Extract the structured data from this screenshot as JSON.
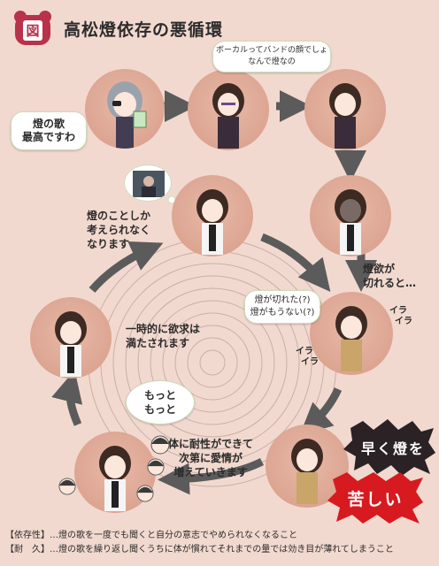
{
  "header": {
    "badge": "図",
    "title": "高松燈依存の悪循環"
  },
  "labels": {
    "fan_speech": [
      "燈の歌",
      "最高ですわ"
    ],
    "question_bubble": [
      "ボーカルってバンドの顔でしょ",
      "なんで燈なの"
    ],
    "craving": [
      "燈欲が",
      "切れると…"
    ],
    "withdrawal_bubble": [
      "燈が切れた(?)",
      "燈がもうない(?)"
    ],
    "irritation": [
      "イラ",
      "イラ"
    ],
    "tolerance": [
      "体に耐性ができて",
      "次第に愛情が",
      "増えていきます"
    ],
    "more_bubble": [
      "もっと",
      "もっと"
    ],
    "satisfied": [
      "一時的に欲求は",
      "満たされます"
    ],
    "obsessed": [
      "燈のことしか",
      "考えられなく",
      "なります"
    ],
    "banner_top": "早く燈を",
    "banner_bottom": "苦しい"
  },
  "footer": [
    "【依存性】…燈の歌を一度でも聞くと自分の意志でやめられなくなること",
    "【耐　久】…燈の歌を繰り返し聞くうちに体が慣れてそれまでの量では効き目が薄れてしまうこと"
  ],
  "colors": {
    "background": "#f2d9cf",
    "badge": "#b8324a",
    "node": "#dca592",
    "arrow": "#5b5b5b",
    "banner_red": "#d61a1f",
    "banner_dark": "#2a2224"
  }
}
